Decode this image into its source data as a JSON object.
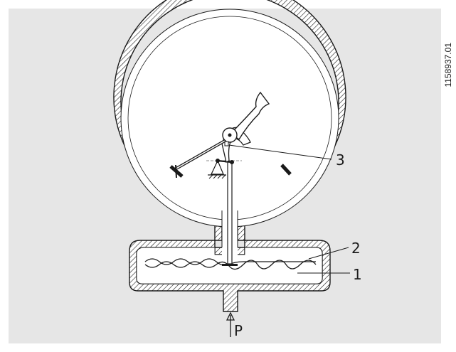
{
  "diagram": {
    "labels": {
      "label_1": "1",
      "label_2": "2",
      "label_3": "3",
      "pressure": "P"
    },
    "document_id": "1158937.01",
    "colors": {
      "panel": "#e6e6e6",
      "stroke": "#1a1a1a",
      "fill": "#ffffff"
    }
  }
}
